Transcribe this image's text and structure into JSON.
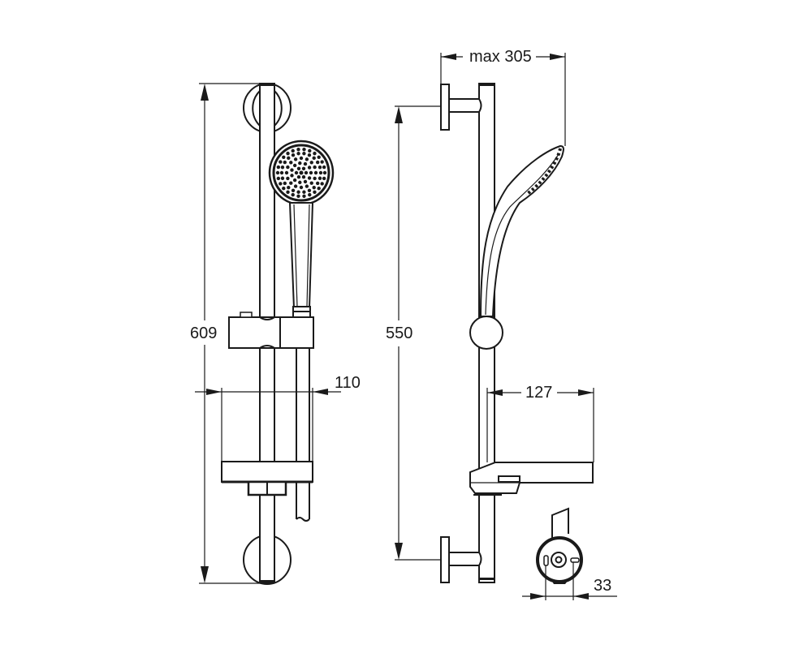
{
  "drawing": {
    "type": "technical-dimension-drawing",
    "subject": "shower rail kit with hand shower and soap dish",
    "line_color": "#1a1a1a",
    "background": "#ffffff"
  },
  "front_view": {
    "dimensions": {
      "height_label": "609",
      "soap_dish_width_label": "110"
    }
  },
  "side_view": {
    "dimensions": {
      "max_projection_label": "max 305",
      "bracket_spacing_label": "550",
      "soap_dish_depth_label": "127"
    }
  },
  "bracket_detail": {
    "dimensions": {
      "fixing_centres_label": "33"
    }
  }
}
